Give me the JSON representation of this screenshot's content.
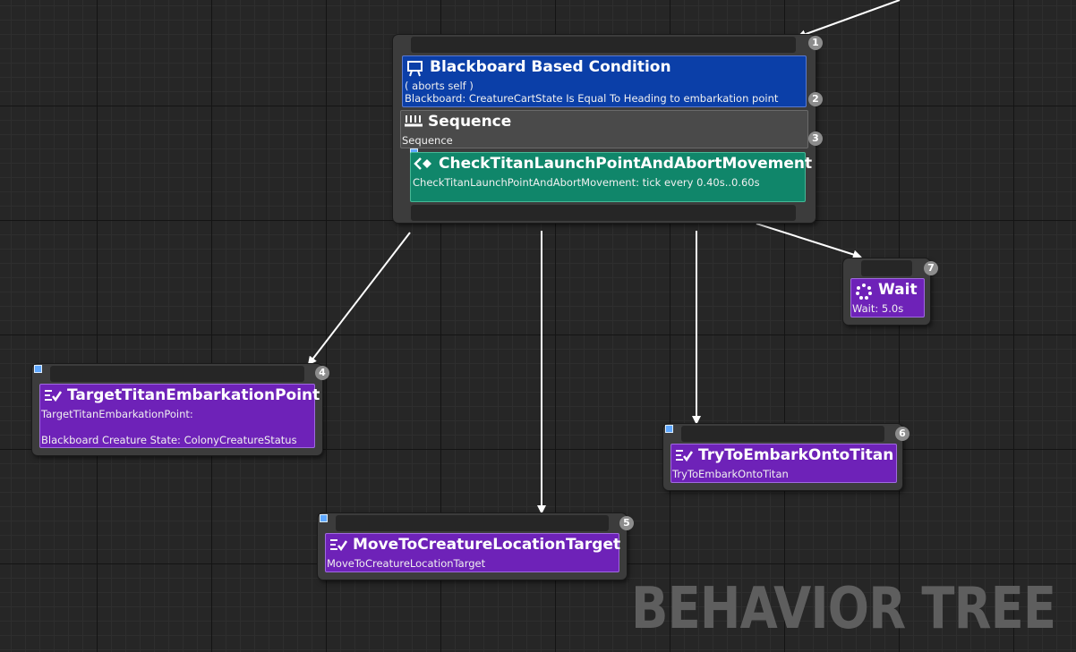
{
  "editor": {
    "watermark": "BEHAVIOR TREE"
  },
  "composite_node": {
    "index_top": "1",
    "decorator": {
      "icon": "blackboard-icon",
      "title": "Blackboard Based Condition",
      "line1": "( aborts self )",
      "line2": "Blackboard: CreatureCartState Is Equal To Heading to embarkation point",
      "index": "2",
      "color": "#0b3fa8"
    },
    "composite": {
      "icon": "sequence-icon",
      "title": "Sequence",
      "subtitle": "Sequence",
      "index": "3"
    },
    "service": {
      "icon": "service-icon",
      "title": "CheckTitanLaunchPointAndAbortMovement",
      "subtitle": "CheckTitanLaunchPointAndAbortMovement: tick every 0.40s..0.60s",
      "color": "#10866a"
    }
  },
  "tasks": [
    {
      "icon": "task-icon",
      "title": "TargetTitanEmbarkationPoint",
      "line1": "TargetTitanEmbarkationPoint:",
      "line2": "Blackboard Creature State: ColonyCreatureStatus",
      "index": "4"
    },
    {
      "icon": "task-icon",
      "title": "MoveToCreatureLocationTarget",
      "line1": "MoveToCreatureLocationTarget",
      "index": "5"
    },
    {
      "icon": "task-icon",
      "title": "TryToEmbarkOntoTitan",
      "line1": "TryToEmbarkOntoTitan",
      "index": "6"
    },
    {
      "icon": "wait-icon",
      "title": "Wait",
      "line1": "Wait: 5.0s",
      "index": "7"
    }
  ],
  "colors": {
    "task": "#6e22b8",
    "background": "#262626",
    "wire": "#ffffff"
  }
}
